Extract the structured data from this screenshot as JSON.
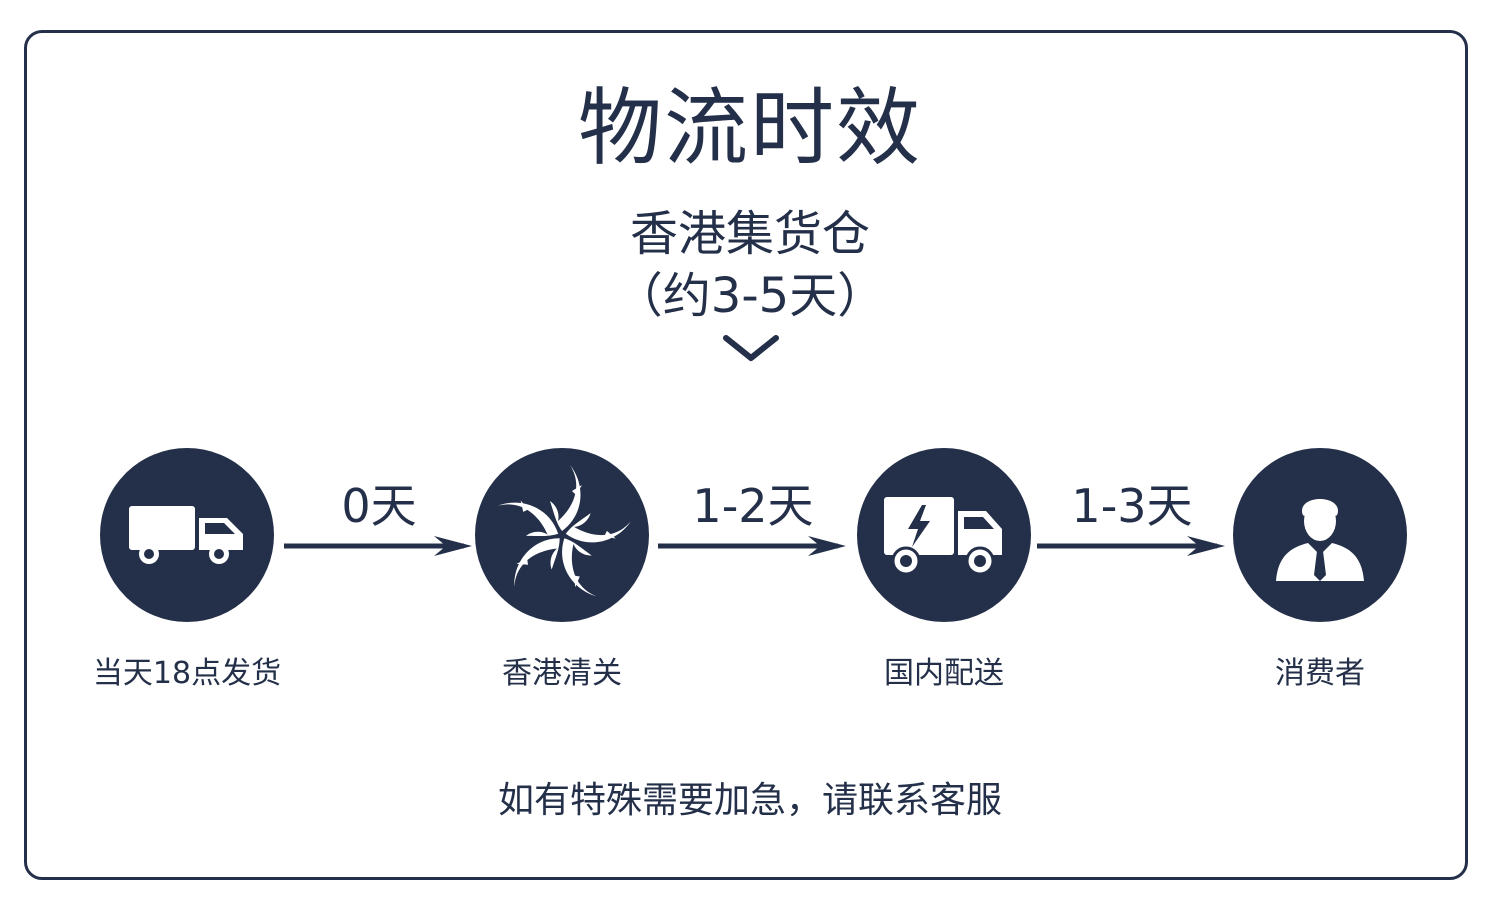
{
  "title": "物流时效",
  "warehouse": {
    "name": "香港集货仓",
    "duration": "（约3-5天）"
  },
  "stages": [
    {
      "label": "当天18点发货",
      "icon": "truck-icon"
    },
    {
      "label": "香港清关",
      "icon": "bauhinia-icon"
    },
    {
      "label": "国内配送",
      "icon": "electric-truck-icon"
    },
    {
      "label": "消费者",
      "icon": "person-icon"
    }
  ],
  "steps": [
    {
      "days": "0天"
    },
    {
      "days": "1-2天"
    },
    {
      "days": "1-3天"
    }
  ],
  "footer": "如有特殊需要加急，请联系客服",
  "colors": {
    "primary": "#243049",
    "background": "#ffffff"
  }
}
